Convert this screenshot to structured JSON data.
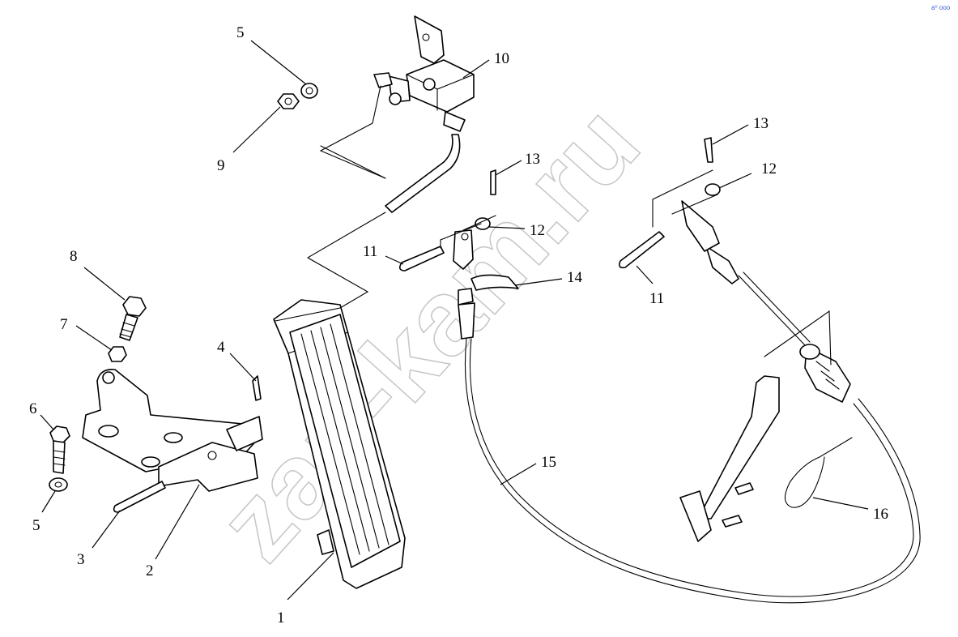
{
  "watermark": "zap-kam.ru",
  "corner_mark": "a⁰ ooo",
  "callouts": [
    {
      "id": "1",
      "text": "1"
    },
    {
      "id": "2",
      "text": "2"
    },
    {
      "id": "3",
      "text": "3"
    },
    {
      "id": "4",
      "text": "4"
    },
    {
      "id": "5a",
      "text": "5"
    },
    {
      "id": "5b",
      "text": "5"
    },
    {
      "id": "6",
      "text": "6"
    },
    {
      "id": "7",
      "text": "7"
    },
    {
      "id": "8",
      "text": "8"
    },
    {
      "id": "9",
      "text": "9"
    },
    {
      "id": "10",
      "text": "10"
    },
    {
      "id": "11a",
      "text": "11"
    },
    {
      "id": "11b",
      "text": "11"
    },
    {
      "id": "12a",
      "text": "12"
    },
    {
      "id": "12b",
      "text": "12"
    },
    {
      "id": "13a",
      "text": "13"
    },
    {
      "id": "13b",
      "text": "13"
    },
    {
      "id": "14",
      "text": "14"
    },
    {
      "id": "15",
      "text": "15"
    },
    {
      "id": "16",
      "text": "16"
    }
  ]
}
